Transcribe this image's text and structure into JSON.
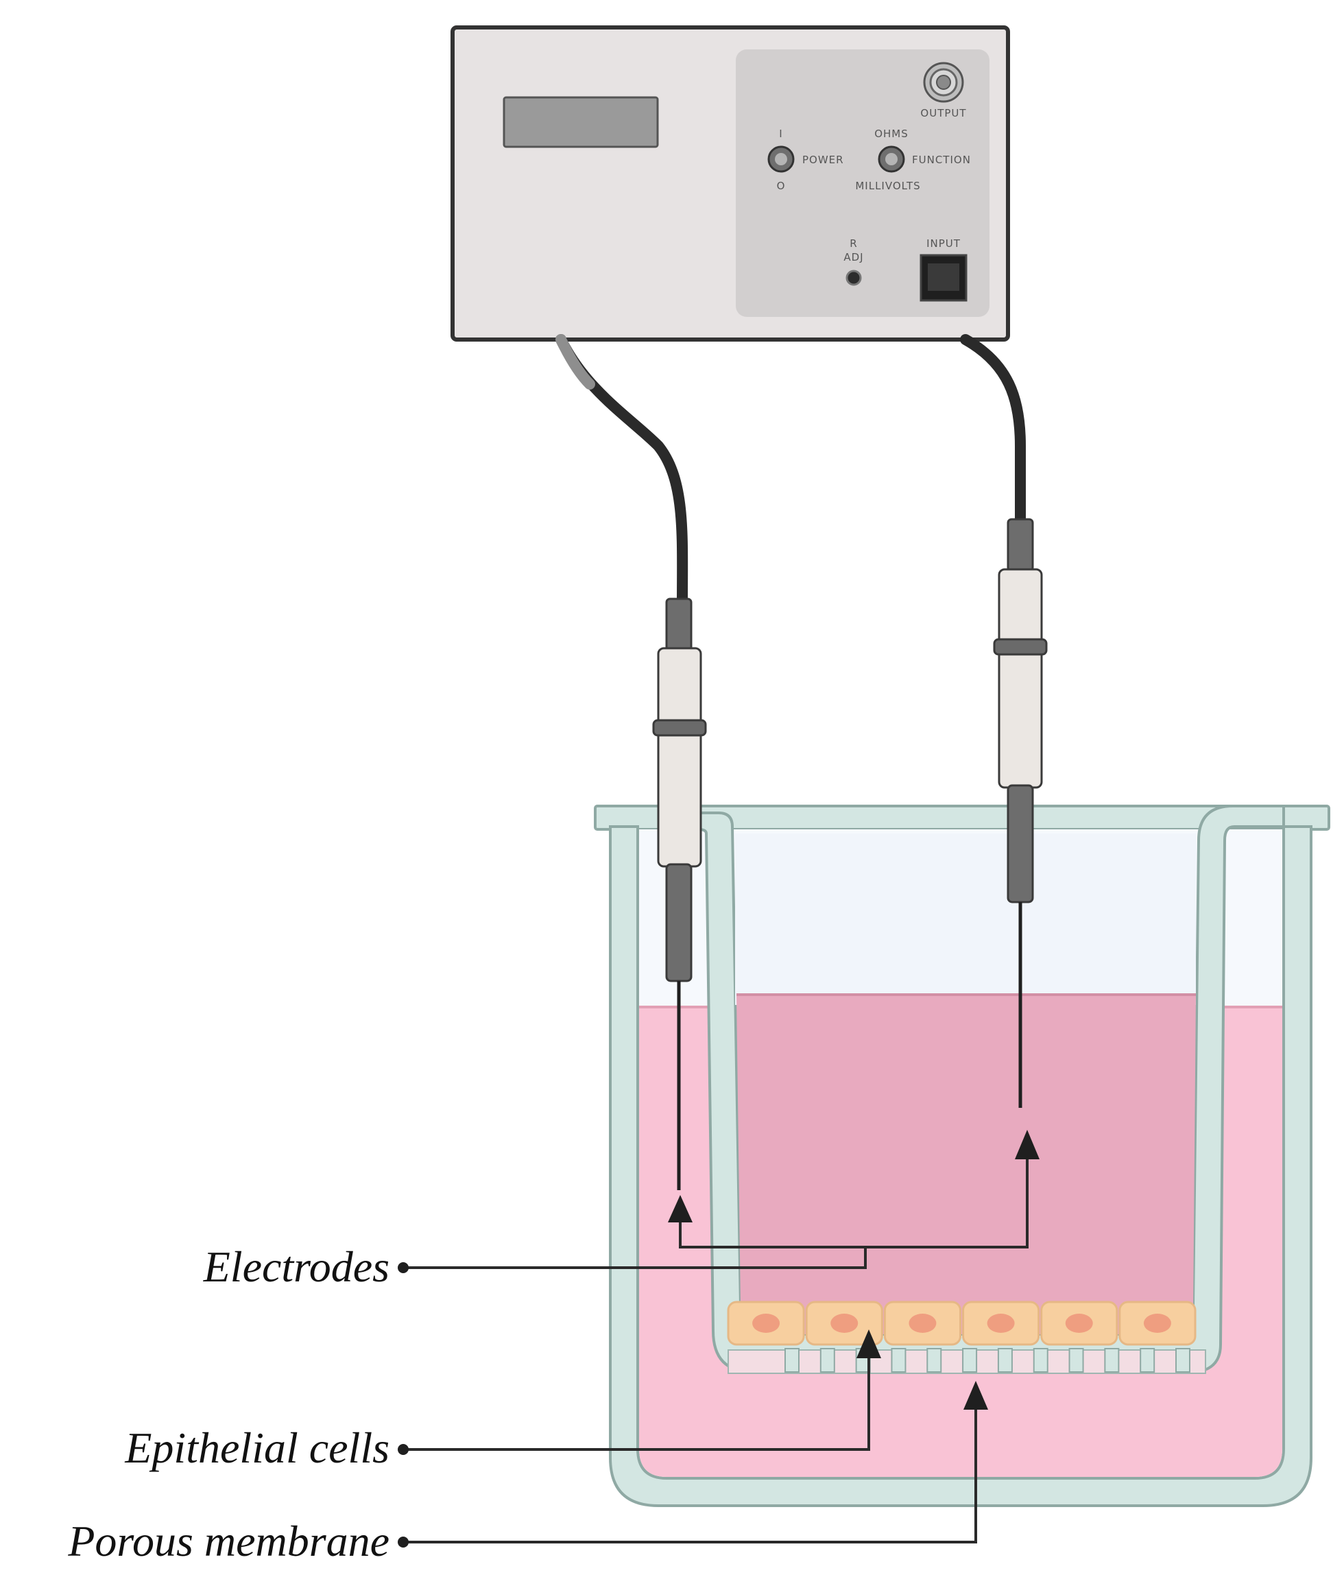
{
  "device": {
    "labels": {
      "output": "OUTPUT",
      "power_on": "I",
      "power": "POWER",
      "power_off": "O",
      "ohms": "OHMS",
      "function": "FUNCTION",
      "millivolts": "MILLIVOLTS",
      "r": "R",
      "adj": "ADJ",
      "input": "INPUT"
    }
  },
  "callouts": {
    "electrodes": "Electrodes",
    "epithelial_cells": "Epithelial cells",
    "porous_membrane": "Porous membrane"
  },
  "colors": {
    "medium_outer": "#f9c3d5",
    "medium_inner": "#e8aabf",
    "well_wall": "#d3e6e2",
    "well_outline": "#8fa9a4",
    "cells": "#f7cf9f",
    "nucleus": "#ef9e80",
    "cable": "#2a2a2a",
    "device_body": "#e7e3e3",
    "device_panel": "#d2cfcf"
  },
  "cells": {
    "count": 6
  },
  "membrane": {
    "pores": 12
  }
}
